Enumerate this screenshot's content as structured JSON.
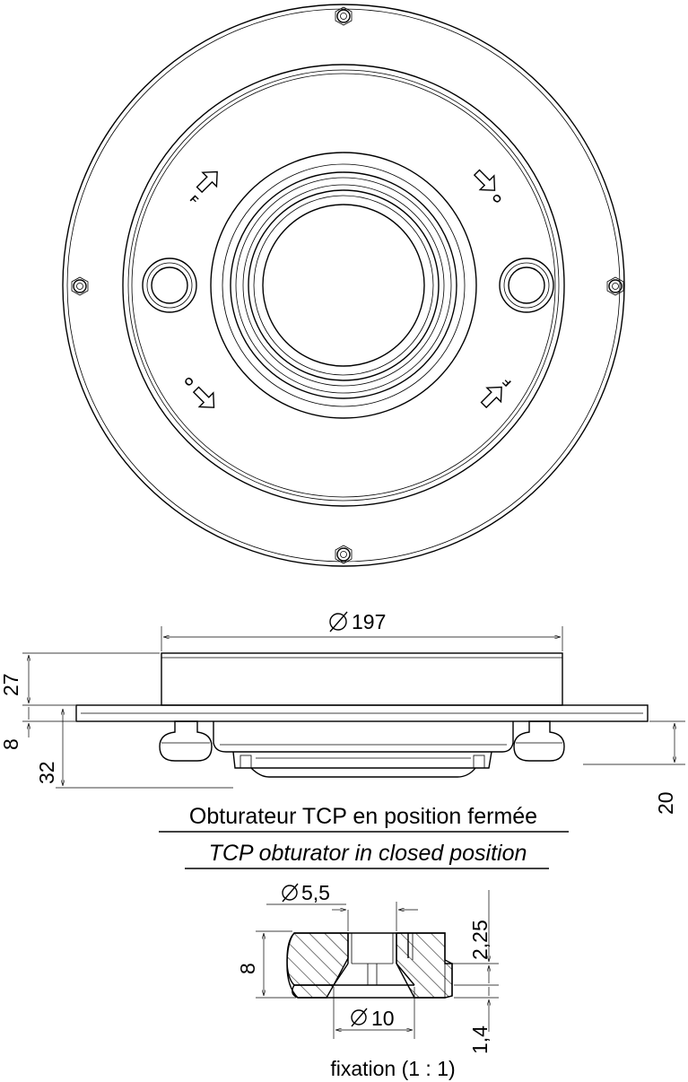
{
  "top_view": {
    "marks": {
      "open": "O",
      "closed": "F"
    }
  },
  "side_view": {
    "diameter": "197",
    "dim_27": "27",
    "dim_8": "8",
    "dim_32": "32",
    "dim_20": "20",
    "caption_fr": "Obturateur TCP en position fermée",
    "caption_en": "TCP obturator in closed position"
  },
  "detail": {
    "dia_small": "5,5",
    "dia_large": "10",
    "height": "8",
    "dim_225": "2,25",
    "dim_14": "1,4",
    "caption": "fixation (1 : 1)"
  },
  "icons": {
    "diameter_symbol": "diameter-icon",
    "rotate_arrow": "rotate-arrow-icon",
    "screw": "screw-icon"
  }
}
